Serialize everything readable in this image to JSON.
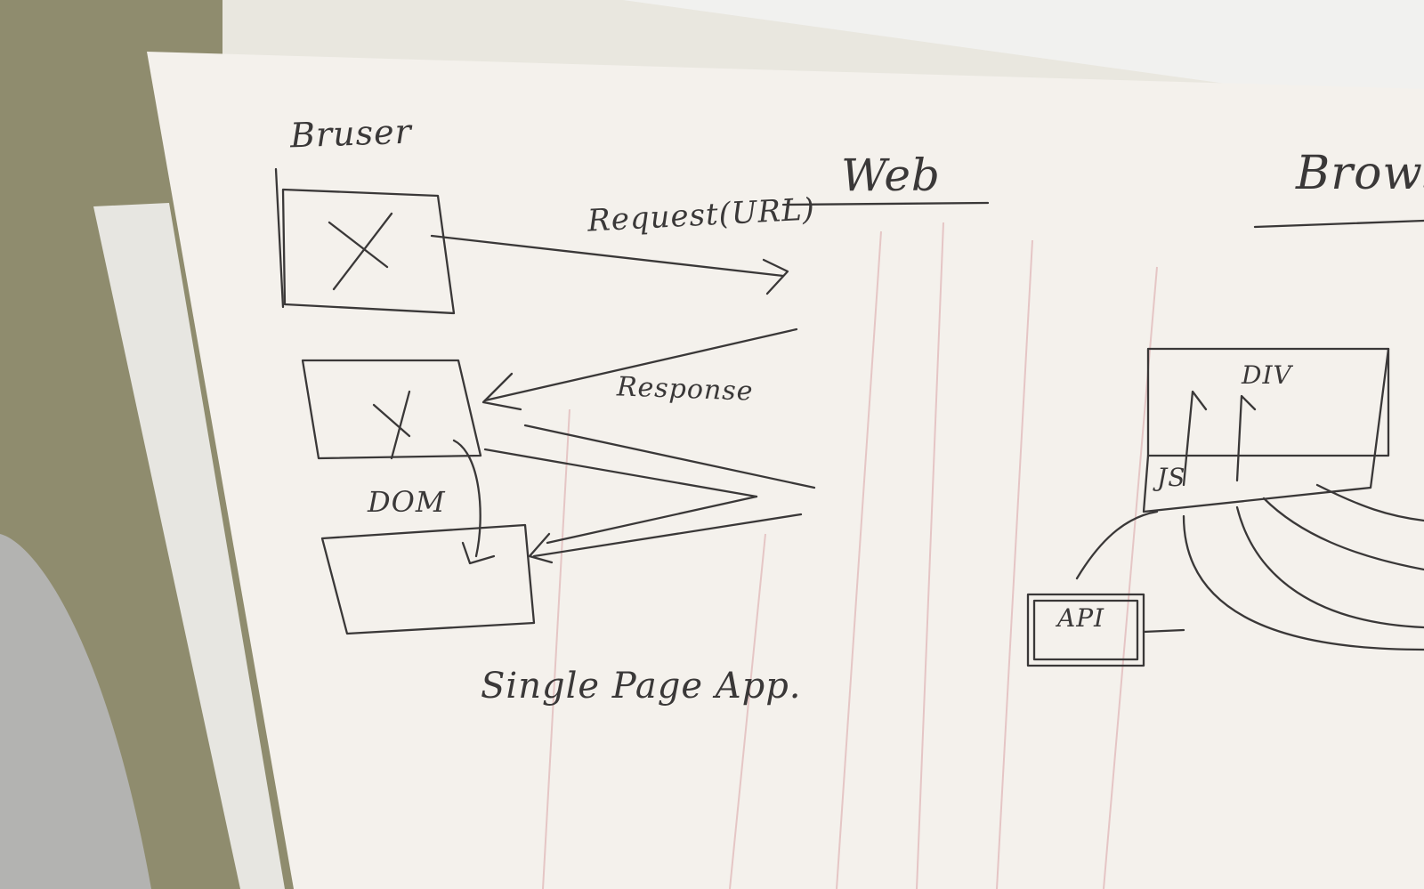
{
  "photo": {
    "subject": "hand-drawn sketch on paper",
    "colors": {
      "wall": "#8f8c6e",
      "paper": "#f4f1ec",
      "pencil": "#3a3838",
      "red_lines": "#d9a2a6",
      "fabric": "#b3b3b1"
    }
  },
  "sketch": {
    "left": {
      "browser_label": "Bruser",
      "web_label": "Web",
      "request_label": "Request(URL)",
      "response_label": "Response",
      "dom_label": "DOM",
      "caption": "Single Page App."
    },
    "right": {
      "browser_label": "Browse",
      "div_label": "DIV",
      "js_label": "JS",
      "api_label": "API"
    }
  }
}
